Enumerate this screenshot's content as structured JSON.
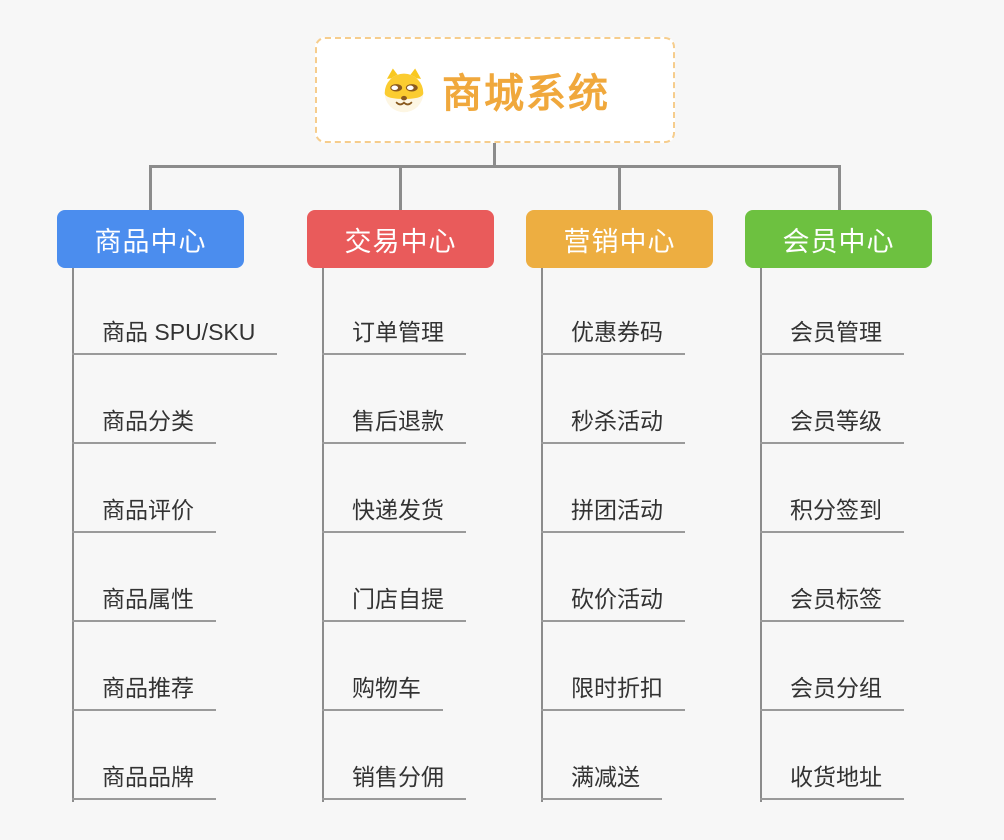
{
  "page": {
    "background_color": "#f7f7f7",
    "connector_color": "#8c8c8c",
    "child_text_color": "#333333",
    "underline_color": "#9a9a9a"
  },
  "root": {
    "label": "商城系统",
    "icon": "dog-face-icon",
    "text_color": "#f0a83c",
    "border_color": "#f6cd8d",
    "background": "#ffffff"
  },
  "branches": [
    {
      "label": "商品中心",
      "color": "#4b8dee",
      "children": [
        "商品 SPU/SKU",
        "商品分类",
        "商品评价",
        "商品属性",
        "商品推荐",
        "商品品牌"
      ]
    },
    {
      "label": "交易中心",
      "color": "#e95b5b",
      "children": [
        "订单管理",
        "售后退款",
        "快递发货",
        "门店自提",
        "购物车",
        "销售分佣"
      ]
    },
    {
      "label": "营销中心",
      "color": "#edae41",
      "children": [
        "优惠券码",
        "秒杀活动",
        "拼团活动",
        "砍价活动",
        "限时折扣",
        "满减送"
      ]
    },
    {
      "label": "会员中心",
      "color": "#6dc140",
      "children": [
        "会员管理",
        "会员等级",
        "积分签到",
        "会员标签",
        "会员分组",
        "收货地址"
      ]
    }
  ]
}
